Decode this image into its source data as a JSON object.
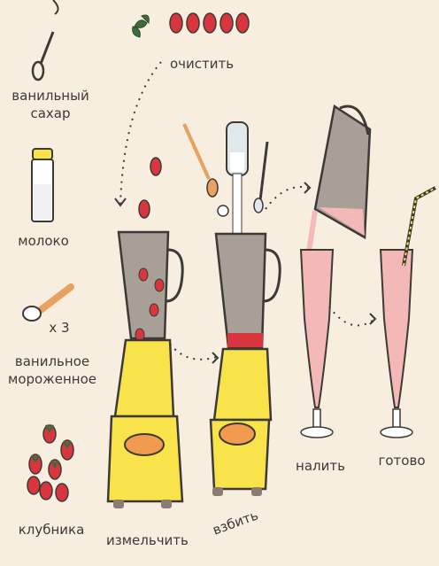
{
  "ingredients": {
    "vanilla_sugar": "ванильный сахар",
    "milk": "молоко",
    "ice_cream_count": "х 3",
    "ice_cream": "ванильное мороженное",
    "strawberry": "клубника"
  },
  "steps": {
    "clean": "очистить",
    "chop": "измельчить",
    "whip": "взбить",
    "pour": "налить",
    "done": "готово"
  },
  "colors": {
    "background": "#f7eee0",
    "strawberry": "#d9353f",
    "milk_shake": "#f4b8b9",
    "blender_base": "#f9e34b",
    "blender_button": "#f29a4e",
    "jar": "#a8a096"
  }
}
